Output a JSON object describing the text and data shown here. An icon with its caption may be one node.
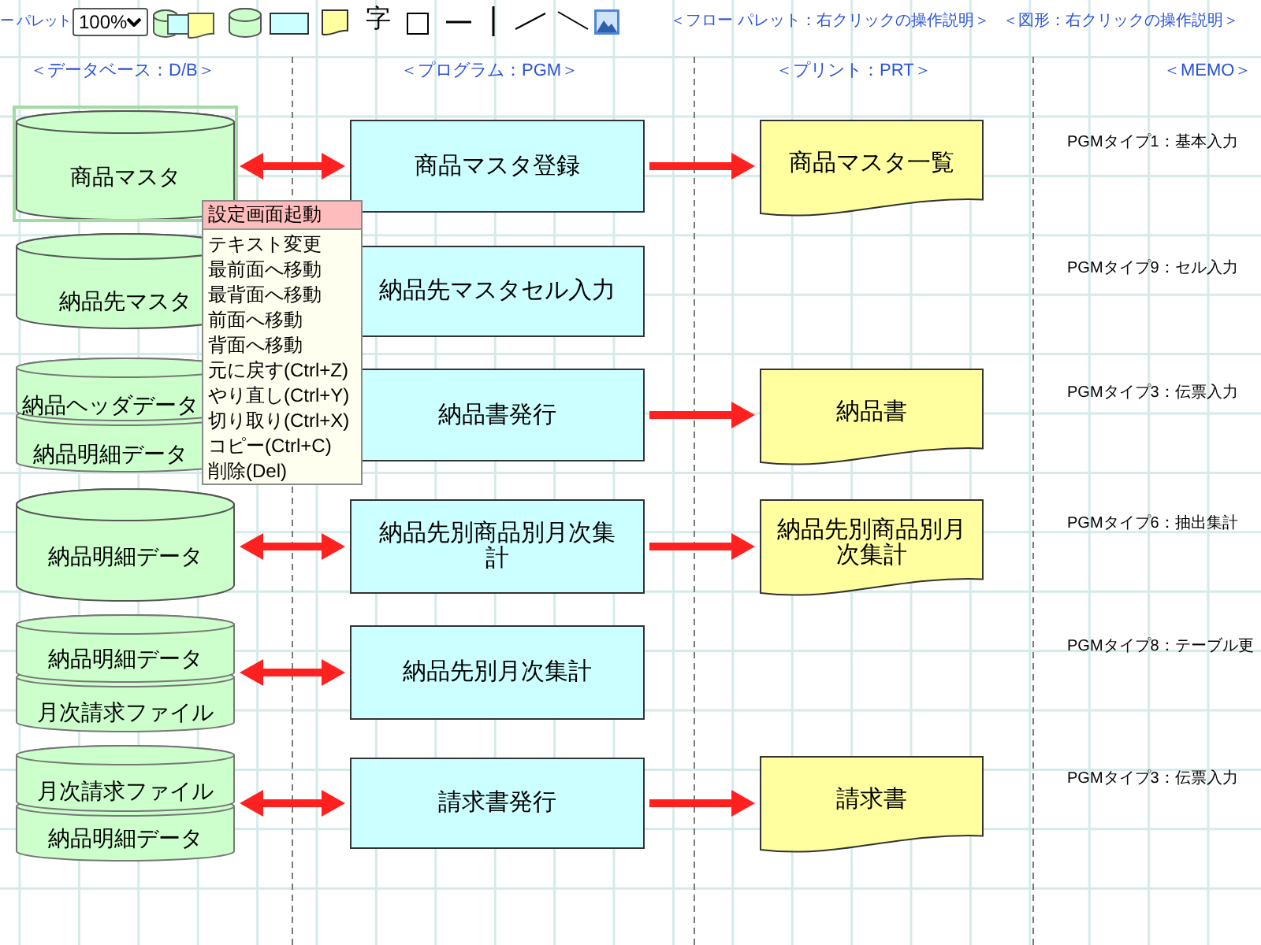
{
  "diagram": {
    "nodes": [
      {
        "text": [
          "商品マスタ"
        ]
      },
      {
        "text": [
          "商品マスタ登録"
        ]
      },
      {
        "text": [
          "商品マスタ一覧"
        ]
      },
      {
        "text": [
          "納品先マスタ"
        ]
      },
      {
        "text": [
          "納品先マスタセル入力"
        ]
      },
      {
        "text": [
          "納品ヘッダデータ",
          "納品明細データ"
        ]
      },
      {
        "text": [
          "納品書発行"
        ]
      },
      {
        "text": [
          "納品書"
        ]
      },
      {
        "text": [
          "納品明細データ"
        ]
      },
      {
        "text": [
          "納品先別商品別月次集計"
        ]
      },
      {
        "text": [
          "納品先別商品別月次集計"
        ]
      },
      {
        "text": [
          "納品明細データ",
          "月次請求ファイル"
        ]
      },
      {
        "text": [
          "納品先別月次集計"
        ]
      },
      {
        "text": [
          "月次請求ファイル",
          "納品明細データ"
        ]
      },
      {
        "text": [
          "請求書発行"
        ]
      },
      {
        "text": [
          "請求書"
        ]
      }
    ],
    "edges": [
      {
        "from": 0,
        "to": 1,
        "arrow": "both"
      },
      {
        "from": 1,
        "to": 2,
        "arrow": "to"
      },
      {
        "from": 6,
        "to": 7,
        "arrow": "to"
      },
      {
        "from": 8,
        "to": 9,
        "arrow": "both"
      },
      {
        "from": 9,
        "to": 10,
        "arrow": "to"
      },
      {
        "from": 11,
        "to": 12,
        "arrow": "both"
      },
      {
        "from": 13,
        "to": 14,
        "arrow": "both"
      },
      {
        "from": 14,
        "to": 15,
        "arrow": "to"
      }
    ],
    "labels": [
      "ー パレット",
      "100%",
      "字",
      "＜フロー パレット：右クリックの操作説明＞",
      "＜図形：右クリックの操作説明＞",
      "＜データベース：D/B＞",
      "＜プログラム：PGM＞",
      "＜プリント：PRT＞",
      "＜MEMO＞",
      "PGMタイプ1：基本入力",
      "PGMタイプ9：セル入力",
      "PGMタイプ3：伝票入力",
      "PGMタイプ6：抽出集計",
      "PGMタイプ8：テーブル更",
      "PGMタイプ3：伝票入力",
      "設定画面起動",
      "テキスト変更",
      "最前面へ移動",
      "最背面へ移動",
      "前面へ移動",
      "背面へ移動",
      "元に戻す(Ctrl+Z)",
      "やり直し(Ctrl+Y)",
      "切り取り(Ctrl+X)",
      "コピー(Ctrl+C)",
      "削除(Del)"
    ]
  }
}
